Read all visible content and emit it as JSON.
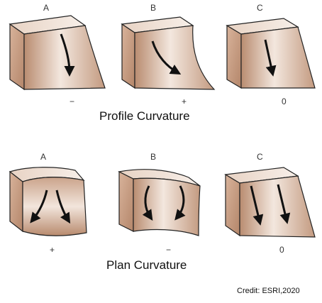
{
  "profile": {
    "caption": "Profile Curvature",
    "panels": [
      {
        "letter": "A",
        "sign": "−"
      },
      {
        "letter": "B",
        "sign": "+"
      },
      {
        "letter": "C",
        "sign": "0"
      }
    ]
  },
  "plan": {
    "caption": "Plan Curvature",
    "panels": [
      {
        "letter": "A",
        "sign": "+"
      },
      {
        "letter": "B",
        "sign": "−"
      },
      {
        "letter": "C",
        "sign": "0"
      }
    ]
  },
  "credit": "Credit: ESRI,2020",
  "colors": {
    "face_light": "#f4e9e0",
    "face_mid": "#d9b9a3",
    "face_dark": "#a87a5e",
    "side": "#c9a088",
    "outline": "#222222",
    "arrow": "#111111"
  }
}
